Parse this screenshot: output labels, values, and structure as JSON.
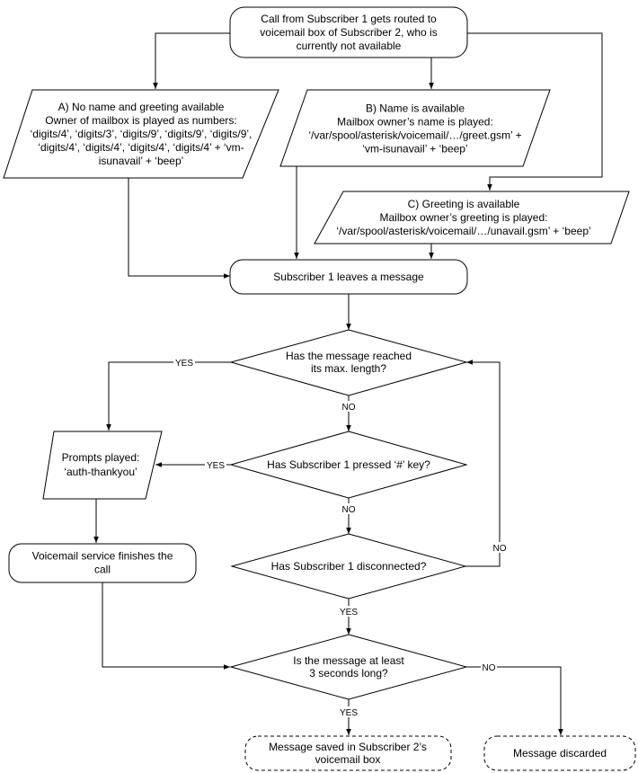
{
  "nodes": {
    "start": {
      "lines": [
        {
          "text": "Call from Subscriber 1 gets routed to"
        },
        {
          "text": "voicemail box of Subscriber 2, who is"
        },
        {
          "text": "currently not available"
        }
      ]
    },
    "case_a": {
      "lines": [
        {
          "text": "A) No name and greeting available",
          "style": "bold"
        },
        {
          "text": "Owner of mailbox is played as numbers:"
        },
        {
          "text": "‘digits/4’, ‘digits/3’, ‘digits/9’, ‘digits/9’, ‘digits/9’,",
          "style": "code"
        },
        {
          "text": "‘digits/4’, ‘digits/4’, ‘digits/4’, ‘digits/4’ + ‘vm-",
          "style": "code"
        },
        {
          "text": "isunavail’ + ‘beep’",
          "style": "code"
        }
      ]
    },
    "case_b": {
      "lines": [
        {
          "text": "B) Name is available",
          "style": "bold"
        },
        {
          "text": "Mailbox owner’s name is played:"
        },
        {
          "text": "‘/var/spool/asterisk/voicemail/…/greet.gsm’ +",
          "style": "code"
        },
        {
          "text": "‘vm-isunavail’ + ‘beep’",
          "style": "code"
        }
      ]
    },
    "case_c": {
      "lines": [
        {
          "text": "C) Greeting is available",
          "style": "bold"
        },
        {
          "text": "Mailbox owner’s greeting is played:"
        },
        {
          "text": "‘/var/spool/asterisk/voicemail/…/unavail.gsm’ + ‘beep’",
          "style": "code"
        }
      ]
    },
    "leave_message": {
      "lines": [
        {
          "text": "Subscriber 1 leaves a message"
        }
      ]
    },
    "max_length": {
      "lines": [
        {
          "text": "Has the message reached"
        },
        {
          "text": "its max. length?"
        }
      ]
    },
    "pressed_hash": {
      "lines": [
        {
          "text": "Has Subscriber 1 pressed ‘#’ key?"
        }
      ]
    },
    "disconnected": {
      "lines": [
        {
          "text": "Has Subscriber 1 disconnected?"
        }
      ]
    },
    "min_length": {
      "lines": [
        {
          "text": "Is the message at least"
        },
        {
          "text": "3 seconds long?"
        }
      ]
    },
    "prompts_played": {
      "lines": [
        {
          "text": "Prompts played:"
        },
        {
          "text": "‘auth-thankyou’",
          "style": "code"
        }
      ]
    },
    "service_finishes": {
      "lines": [
        {
          "text": "Voicemail service finishes the"
        },
        {
          "text": "call"
        }
      ]
    },
    "message_saved": {
      "lines": [
        {
          "text": "Message saved in Subscriber 2’s"
        },
        {
          "text": "voicemail box"
        }
      ]
    },
    "message_discarded": {
      "lines": [
        {
          "text": "Message discarded"
        }
      ]
    }
  },
  "edge_labels": {
    "max_length_yes": "YES",
    "max_length_no": "NO",
    "pressed_hash_yes": "YES",
    "pressed_hash_no": "NO",
    "disconnected_no": "NO",
    "disconnected_yes": "YES",
    "min_length_no": "NO",
    "min_length_yes": "YES"
  }
}
